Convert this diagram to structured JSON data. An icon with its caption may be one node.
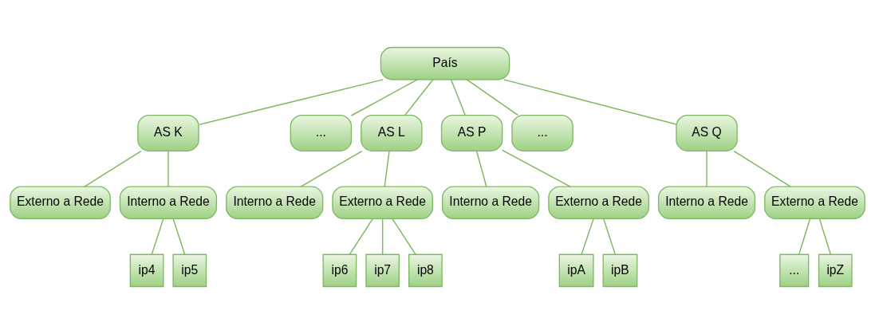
{
  "diagram": {
    "nodes": [
      {
        "text": [
          "País"
        ]
      },
      {
        "text": [
          "AS K"
        ]
      },
      {
        "text": [
          "..."
        ]
      },
      {
        "text": [
          "AS L"
        ]
      },
      {
        "text": [
          "AS P"
        ]
      },
      {
        "text": [
          "..."
        ]
      },
      {
        "text": [
          "AS Q"
        ]
      },
      {
        "text": [
          "Externo a Rede"
        ]
      },
      {
        "text": [
          "Interno a Rede"
        ]
      },
      {
        "text": [
          "Interno a Rede"
        ]
      },
      {
        "text": [
          "Externo a Rede"
        ]
      },
      {
        "text": [
          "Interno a Rede"
        ]
      },
      {
        "text": [
          "Externo a Rede"
        ]
      },
      {
        "text": [
          "Interno a Rede"
        ]
      },
      {
        "text": [
          "Externo a Rede"
        ]
      },
      {
        "text": [
          "ip4"
        ]
      },
      {
        "text": [
          "ip5"
        ]
      },
      {
        "text": [
          "ip6"
        ]
      },
      {
        "text": [
          "ip7"
        ]
      },
      {
        "text": [
          "ip8"
        ]
      },
      {
        "text": [
          "ipA"
        ]
      },
      {
        "text": [
          "ipB"
        ]
      },
      {
        "text": [
          "..."
        ]
      },
      {
        "text": [
          "ipZ"
        ]
      }
    ],
    "edges": [
      {
        "from": 0,
        "to": 1,
        "arrow": "none"
      },
      {
        "from": 0,
        "to": 2,
        "arrow": "none"
      },
      {
        "from": 0,
        "to": 3,
        "arrow": "none"
      },
      {
        "from": 0,
        "to": 4,
        "arrow": "none"
      },
      {
        "from": 0,
        "to": 5,
        "arrow": "none"
      },
      {
        "from": 0,
        "to": 6,
        "arrow": "none"
      },
      {
        "from": 1,
        "to": 7,
        "arrow": "none"
      },
      {
        "from": 1,
        "to": 8,
        "arrow": "none"
      },
      {
        "from": 3,
        "to": 9,
        "arrow": "none"
      },
      {
        "from": 3,
        "to": 10,
        "arrow": "none"
      },
      {
        "from": 4,
        "to": 11,
        "arrow": "none"
      },
      {
        "from": 4,
        "to": 12,
        "arrow": "none"
      },
      {
        "from": 6,
        "to": 13,
        "arrow": "none"
      },
      {
        "from": 6,
        "to": 14,
        "arrow": "none"
      },
      {
        "from": 8,
        "to": 15,
        "arrow": "none"
      },
      {
        "from": 8,
        "to": 16,
        "arrow": "none"
      },
      {
        "from": 10,
        "to": 17,
        "arrow": "none"
      },
      {
        "from": 10,
        "to": 18,
        "arrow": "none"
      },
      {
        "from": 10,
        "to": 19,
        "arrow": "none"
      },
      {
        "from": 12,
        "to": 20,
        "arrow": "none"
      },
      {
        "from": 12,
        "to": 21,
        "arrow": "none"
      },
      {
        "from": 14,
        "to": 22,
        "arrow": "none"
      },
      {
        "from": 14,
        "to": 23,
        "arrow": "none"
      }
    ]
  }
}
